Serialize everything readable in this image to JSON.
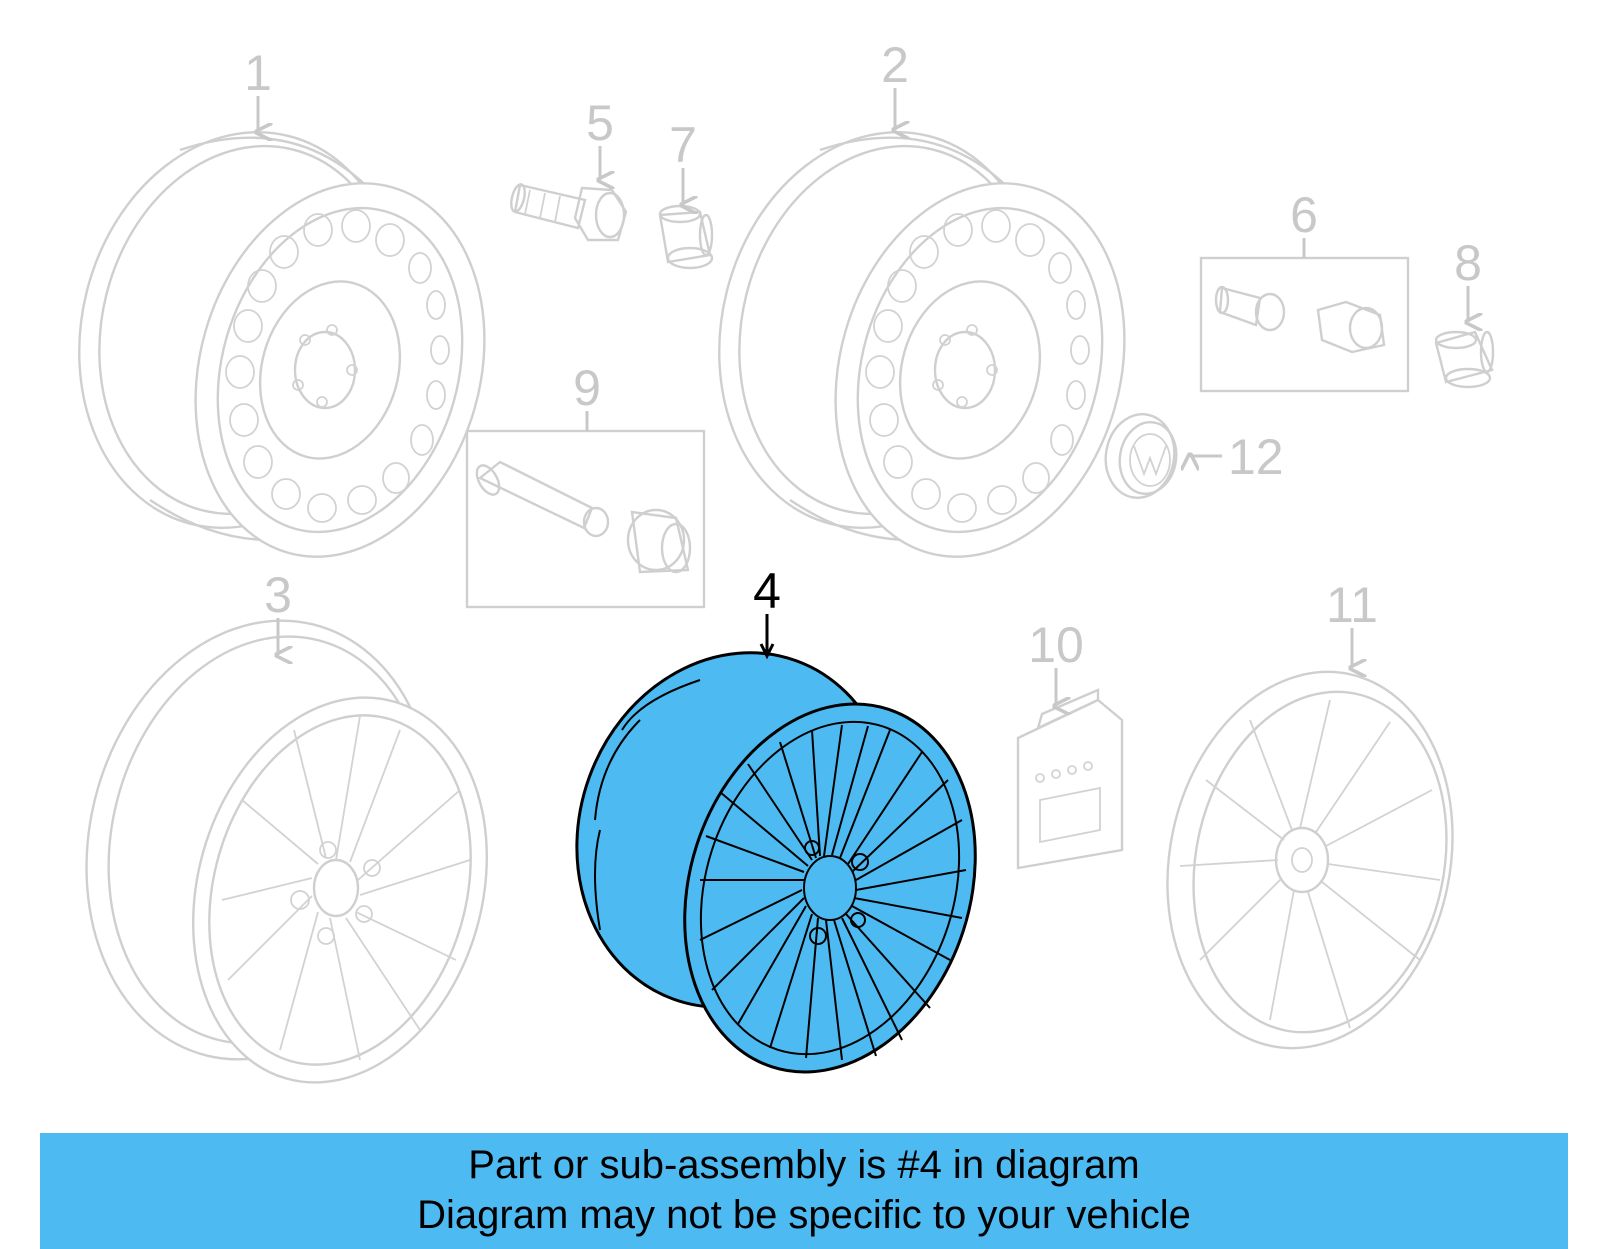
{
  "diagram": {
    "highlighted_part": "4",
    "callouts": [
      "1",
      "2",
      "3",
      "4",
      "5",
      "6",
      "7",
      "8",
      "9",
      "10",
      "11",
      "12"
    ],
    "highlight_color": "#4dbaf2"
  },
  "banner": {
    "line1": "Part or sub-assembly is #4 in diagram",
    "line2": "Diagram may not be specific to your vehicle",
    "background": "#4dbaf2"
  }
}
